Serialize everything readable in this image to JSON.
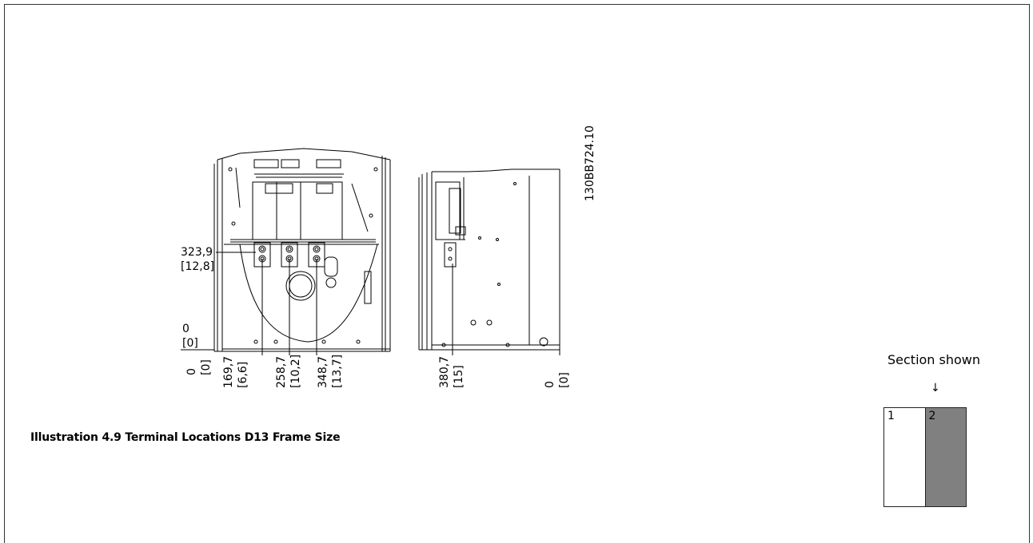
{
  "drawing_code": "130BB724.10",
  "front_view": {
    "terminal_height": {
      "mm": "323,9",
      "in": "[12,8]"
    },
    "base": {
      "mm": "0",
      "in": "[0]"
    },
    "x_origin": {
      "mm": "0",
      "in": "[0]"
    },
    "x_dims": [
      {
        "mm": "169,7",
        "in": "[6,6]"
      },
      {
        "mm": "258,7",
        "in": "[10,2]"
      },
      {
        "mm": "348,7",
        "in": "[13,7]"
      }
    ]
  },
  "side_view": {
    "x_dim": {
      "mm": "380,7",
      "in": "[15]"
    },
    "x_origin": {
      "mm": "0",
      "in": "[0]"
    }
  },
  "caption": "Illustration 4.9 Terminal Locations D13 Frame Size",
  "section": {
    "label": "Section shown",
    "arrow": "↓",
    "cells": [
      "1",
      "2"
    ],
    "selected_color": "#808080"
  }
}
